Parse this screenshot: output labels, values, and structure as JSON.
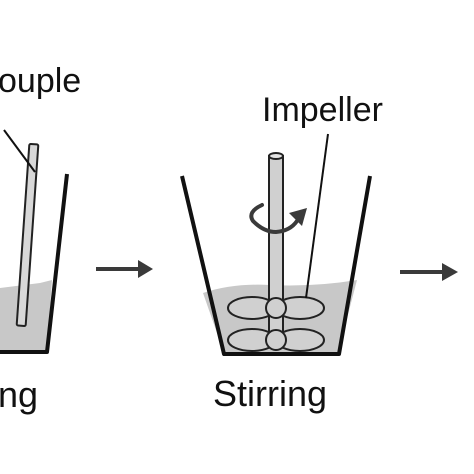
{
  "labels": {
    "thermocouple_partial": "ouple",
    "impeller": "Impeller",
    "left_step_partial": "ng",
    "stirring": "Stirring"
  },
  "colors": {
    "stroke": "#111111",
    "liquid": "#c8c8c8",
    "part_fill": "#d0d0d0",
    "arrow": "#3a3a3a",
    "background": "#ffffff"
  },
  "icons": [
    "right-arrow-icon",
    "rotation-arrow-icon"
  ]
}
